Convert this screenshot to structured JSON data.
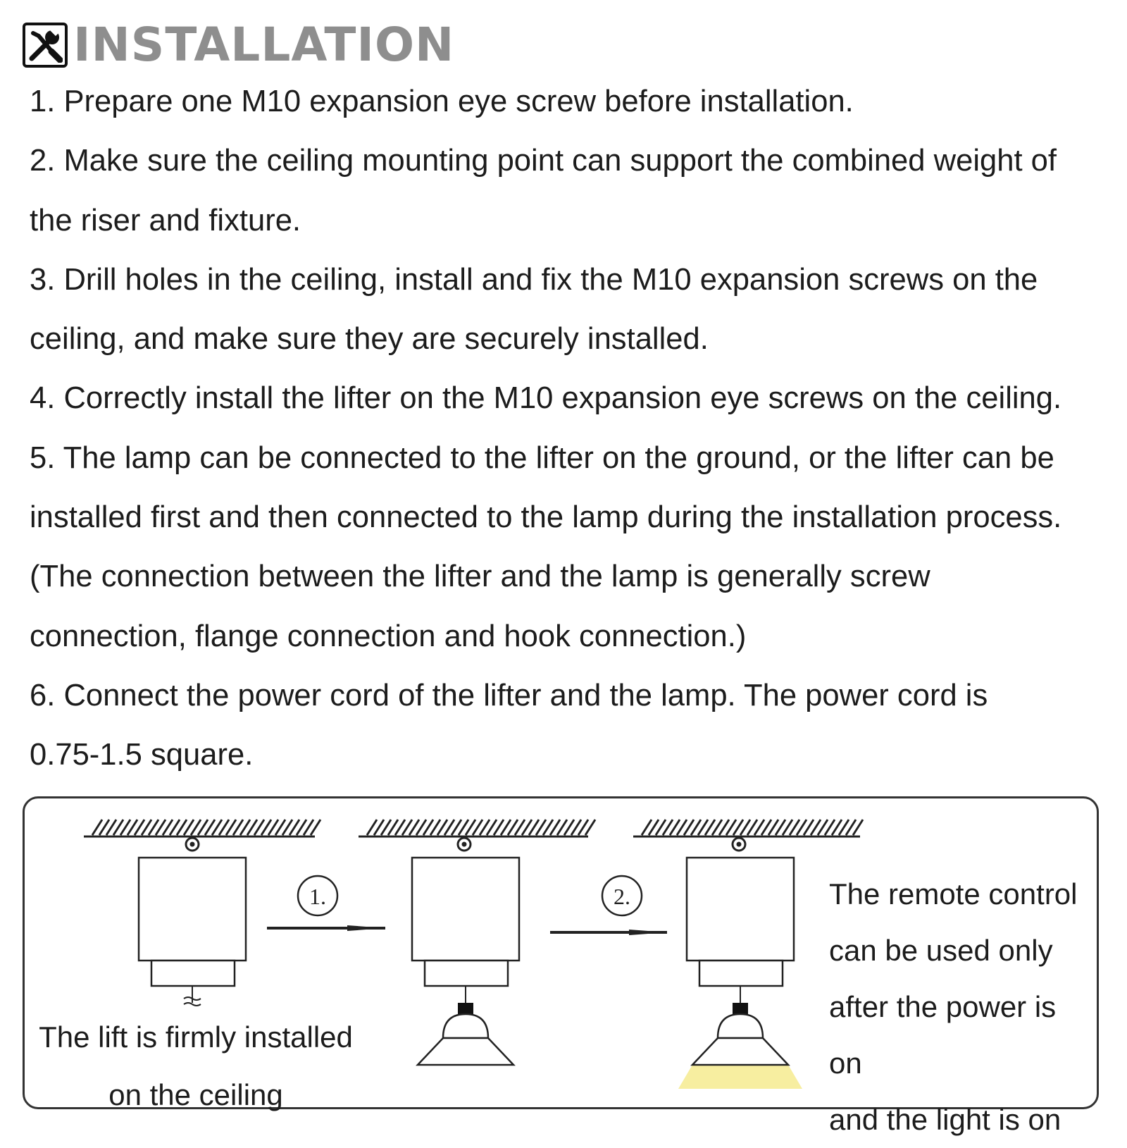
{
  "header": {
    "title": "INSTALLATION",
    "icon": "tools-icon"
  },
  "steps": {
    "lines": [
      "1. Prepare one M10 expansion eye screw before installation.",
      "2. Make sure the ceiling mounting point can support the combined weight of",
      "the riser and fixture.",
      "3. Drill holes in the ceiling, install and fix the M10 expansion screws on the",
      "ceiling, and make sure they are securely installed.",
      "4. Correctly install the lifter on the M10 expansion eye screws on the ceiling.",
      "5. The lamp can be connected to the lifter on the ground, or the lifter can be",
      "installed first and then connected to the lamp during the installation process.",
      "(The connection between the lifter and the lamp is generally screw",
      "connection, flange connection and hook connection.)",
      "6. Connect the power cord of the lifter and the lamp. The power cord is",
      "0.75-1.5 square."
    ]
  },
  "diagram": {
    "step1_marker": "1.",
    "step2_marker": "2.",
    "caption_left": {
      "line1": "The lift is firmly installed",
      "line2": "on the ceiling"
    },
    "caption_right": {
      "line1": "The remote control",
      "line2": "can be used only",
      "line3": "after the power is on",
      "line4": "and the light is on"
    },
    "light_color": "#f7eea0"
  }
}
